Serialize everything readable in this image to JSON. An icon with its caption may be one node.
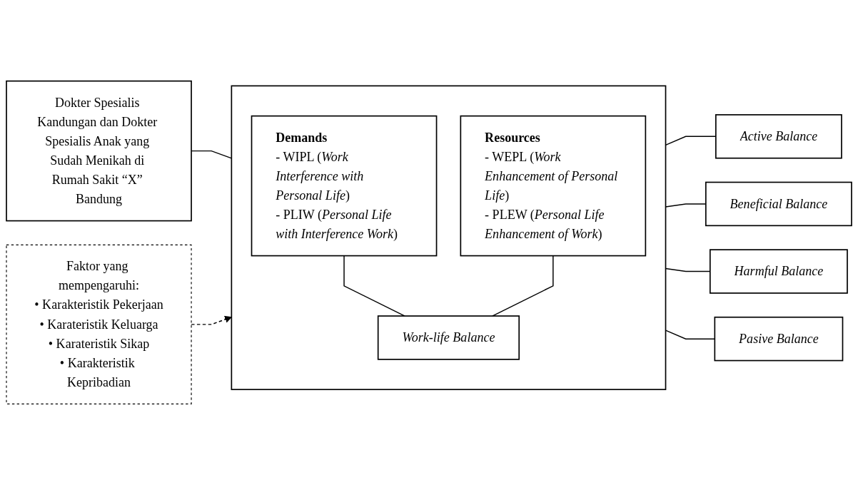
{
  "diagram": {
    "nodes": [
      {
        "text": [
          "Dokter Spesialis Kandungan dan Dokter Spesialis Anak yang Sudah Menikah di Rumah Sakit “X” Bandung"
        ]
      },
      {
        "text": [],
        "shape": "box"
      },
      {
        "text": [
          "Demands",
          "- WIPL (*Work Interference with Personal Life*)",
          "- PLIW (*Personal Life with Interference Work*)"
        ],
        "in": 1
      },
      {
        "text": [
          "Resources",
          "- WEPL (*Work Enhancement of Personal Life*)",
          "- PLEW (*Personal Life Enhancement of Work*)"
        ],
        "in": 1
      },
      {
        "text": [
          "Work-life Balance"
        ],
        "in": 1
      },
      {
        "text": [
          "Faktor yang mempengaruhi:",
          "• Karakteristik Pekerjaan",
          "• Karateristik Keluarga",
          "• Karateristik Sikap",
          "• Karakteristik Kepribadian"
        ]
      },
      {
        "text": [
          "Active Balance"
        ]
      },
      {
        "text": [
          "Beneficial Balance"
        ]
      },
      {
        "text": [
          "Harmful Balance"
        ]
      },
      {
        "text": [
          "Pasive Balance"
        ]
      }
    ],
    "edges": [
      {
        "from": 0,
        "to": 1,
        "arrow": "none"
      },
      {
        "from": 2,
        "to": 4,
        "arrow": "none"
      },
      {
        "from": 3,
        "to": 4,
        "arrow": "none"
      },
      {
        "from": 5,
        "to": 1,
        "arrow": "to",
        "style": "dashed"
      },
      {
        "from": 1,
        "to": 6,
        "arrow": "none"
      },
      {
        "from": 1,
        "to": 7,
        "arrow": "none"
      },
      {
        "from": 1,
        "to": 8,
        "arrow": "none"
      },
      {
        "from": 1,
        "to": 9,
        "arrow": "none"
      }
    ]
  }
}
